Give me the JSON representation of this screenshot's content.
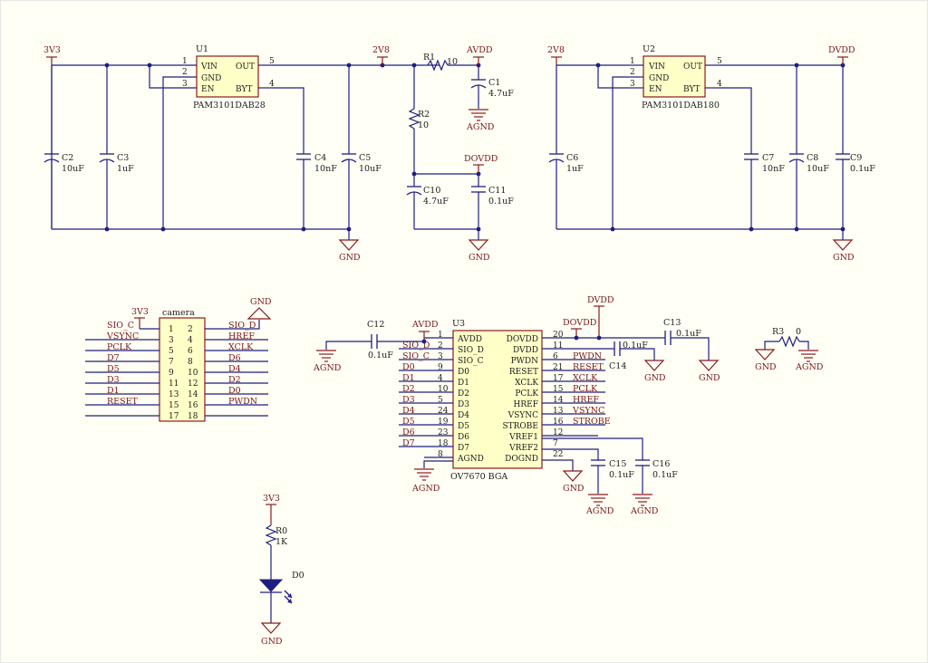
{
  "u1": {
    "ref": "U1",
    "part": "PAM3101DAB28",
    "pins": [
      {
        "no": "1",
        "name": "VIN"
      },
      {
        "no": "2",
        "name": "GND"
      },
      {
        "no": "3",
        "name": "EN"
      },
      {
        "no": "5",
        "name": "OUT"
      },
      {
        "no": "4",
        "name": "BYT"
      }
    ]
  },
  "u2": {
    "ref": "U2",
    "part": "PAM3101DAB180",
    "pins": [
      {
        "no": "1",
        "name": "VIN"
      },
      {
        "no": "2",
        "name": "GND"
      },
      {
        "no": "3",
        "name": "EN"
      },
      {
        "no": "5",
        "name": "OUT"
      },
      {
        "no": "4",
        "name": "BYT"
      }
    ]
  },
  "u3": {
    "ref": "U3",
    "part": "OV7670 BGA",
    "left": [
      {
        "no": "1",
        "name": "AVDD",
        "net": ""
      },
      {
        "no": "2",
        "name": "SIO_D",
        "net": "SIO_D"
      },
      {
        "no": "3",
        "name": "SIO_C",
        "net": "SIO_C"
      },
      {
        "no": "9",
        "name": "D0",
        "net": "D0"
      },
      {
        "no": "4",
        "name": "D1",
        "net": "D1"
      },
      {
        "no": "10",
        "name": "D2",
        "net": "D2"
      },
      {
        "no": "5",
        "name": "D3",
        "net": "D3"
      },
      {
        "no": "24",
        "name": "D4",
        "net": "D4"
      },
      {
        "no": "19",
        "name": "D5",
        "net": "D5"
      },
      {
        "no": "23",
        "name": "D6",
        "net": "D6"
      },
      {
        "no": "18",
        "name": "D7",
        "net": "D7"
      },
      {
        "no": "8",
        "name": "AGND",
        "net": ""
      }
    ],
    "right": [
      {
        "no": "20",
        "name": "DOVDD",
        "net": ""
      },
      {
        "no": "11",
        "name": "DVDD",
        "net": ""
      },
      {
        "no": "6",
        "name": "PWDN",
        "net": "PWDN"
      },
      {
        "no": "21",
        "name": "RESET",
        "net": "RESET"
      },
      {
        "no": "17",
        "name": "XCLK",
        "net": "XCLK"
      },
      {
        "no": "15",
        "name": "PCLK",
        "net": "PCLK"
      },
      {
        "no": "14",
        "name": "HREF",
        "net": "HREF"
      },
      {
        "no": "13",
        "name": "VSYNC",
        "net": "VSYNC"
      },
      {
        "no": "16",
        "name": "STROBE",
        "net": "STROBE"
      },
      {
        "no": "12",
        "name": "VREF1",
        "net": ""
      },
      {
        "no": "7",
        "name": "VREF2",
        "net": ""
      },
      {
        "no": "22",
        "name": "DOGND",
        "net": ""
      }
    ]
  },
  "camera": {
    "ref": "camera",
    "rows": [
      {
        "l_net": "SIO_C",
        "l_pin": "1",
        "r_pin": "2",
        "r_net": "SIO_D"
      },
      {
        "l_net": "VSYNC",
        "l_pin": "3",
        "r_pin": "4",
        "r_net": "HREF"
      },
      {
        "l_net": "PCLK",
        "l_pin": "5",
        "r_pin": "6",
        "r_net": "XCLK"
      },
      {
        "l_net": "D7",
        "l_pin": "7",
        "r_pin": "8",
        "r_net": "D6"
      },
      {
        "l_net": "D5",
        "l_pin": "9",
        "r_pin": "10",
        "r_net": "D4"
      },
      {
        "l_net": "D3",
        "l_pin": "11",
        "r_pin": "12",
        "r_net": "D2"
      },
      {
        "l_net": "D1",
        "l_pin": "13",
        "r_pin": "14",
        "r_net": "D0"
      },
      {
        "l_net": "RESET",
        "l_pin": "15",
        "r_pin": "16",
        "r_net": "PWDN"
      },
      {
        "l_net": "",
        "l_pin": "17",
        "r_pin": "18",
        "r_net": ""
      }
    ]
  },
  "components": {
    "c1": {
      "ref": "C1",
      "val": "4.7uF"
    },
    "c2": {
      "ref": "C2",
      "val": "10uF"
    },
    "c3": {
      "ref": "C3",
      "val": "1uF"
    },
    "c4": {
      "ref": "C4",
      "val": "10nF"
    },
    "c5": {
      "ref": "C5",
      "val": "10uF"
    },
    "c6": {
      "ref": "C6",
      "val": "1uF"
    },
    "c7": {
      "ref": "C7",
      "val": "10nF"
    },
    "c8": {
      "ref": "C8",
      "val": "10uF"
    },
    "c9": {
      "ref": "C9",
      "val": "0.1uF"
    },
    "c10": {
      "ref": "C10",
      "val": "4.7uF"
    },
    "c11": {
      "ref": "C11",
      "val": "0.1uF"
    },
    "c12": {
      "ref": "C12",
      "val": "0.1uF"
    },
    "c13": {
      "ref": "C13",
      "val": "0.1uF"
    },
    "c14": {
      "ref": "C14",
      "val": "0.1uF"
    },
    "c15": {
      "ref": "C15",
      "val": "0.1uF"
    },
    "c16": {
      "ref": "C16",
      "val": "0.1uF"
    },
    "r0": {
      "ref": "R0",
      "val": "1K"
    },
    "r1": {
      "ref": "R1",
      "val": "10"
    },
    "r2": {
      "ref": "R2",
      "val": "10"
    },
    "r3": {
      "ref": "R3",
      "val": "0"
    },
    "d0": {
      "ref": "D0"
    }
  },
  "nets": {
    "v3v3": "3V3",
    "v2v8": "2V8",
    "avdd": "AVDD",
    "agnd": "AGND",
    "dovdd": "DOVDD",
    "dvdd": "DVDD",
    "gnd": "GND"
  },
  "colors": {
    "wire": "#1e1e82",
    "symbol": "#8b1a1a",
    "body_fill": "#ffffc8",
    "background": "#fffff5"
  }
}
